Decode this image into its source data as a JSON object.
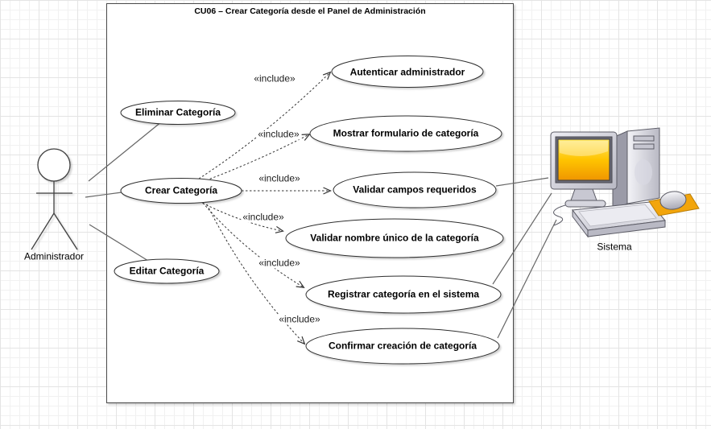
{
  "diagram": {
    "frame_title": "CU06 – Crear Categoría desde el Panel de Administración",
    "actor": {
      "label": "Administrador"
    },
    "system": {
      "label": "Sistema"
    },
    "use_cases": [
      {
        "label": "Eliminar Categoría"
      },
      {
        "label": "Crear Categoría"
      },
      {
        "label": "Editar Categoría"
      },
      {
        "label": "Autenticar administrador"
      },
      {
        "label": "Mostrar formulario de categoría"
      },
      {
        "label": "Validar campos requeridos"
      },
      {
        "label": "Validar nombre único de la categoría"
      },
      {
        "label": "Registrar categoría en el sistema"
      },
      {
        "label": "Confirmar creación de categoría"
      }
    ],
    "include_edges": [
      {
        "from": "Crear Categoría",
        "to": "Autenticar administrador",
        "label": "«include»"
      },
      {
        "from": "Crear Categoría",
        "to": "Mostrar formulario de categoría",
        "label": "«include»"
      },
      {
        "from": "Crear Categoría",
        "to": "Validar campos requeridos",
        "label": "«include»"
      },
      {
        "from": "Crear Categoría",
        "to": "Validar nombre único de la categoría",
        "label": "«include»"
      },
      {
        "from": "Crear Categoría",
        "to": "Registrar categoría en el sistema",
        "label": "«include»"
      },
      {
        "from": "Crear Categoría",
        "to": "Confirmar creación de categoría",
        "label": "«include»"
      }
    ],
    "actor_associations": [
      "Eliminar Categoría",
      "Crear Categoría",
      "Editar Categoría"
    ],
    "system_associations": [
      "Validar campos requeridos",
      "Registrar categoría en el sistema",
      "Confirmar creación de categoría"
    ],
    "colors": {
      "screen_yellow": "#FFC400",
      "mousepad_orange": "#F2A50C",
      "association_gray": "#666666",
      "include_edge": "#333333"
    }
  }
}
